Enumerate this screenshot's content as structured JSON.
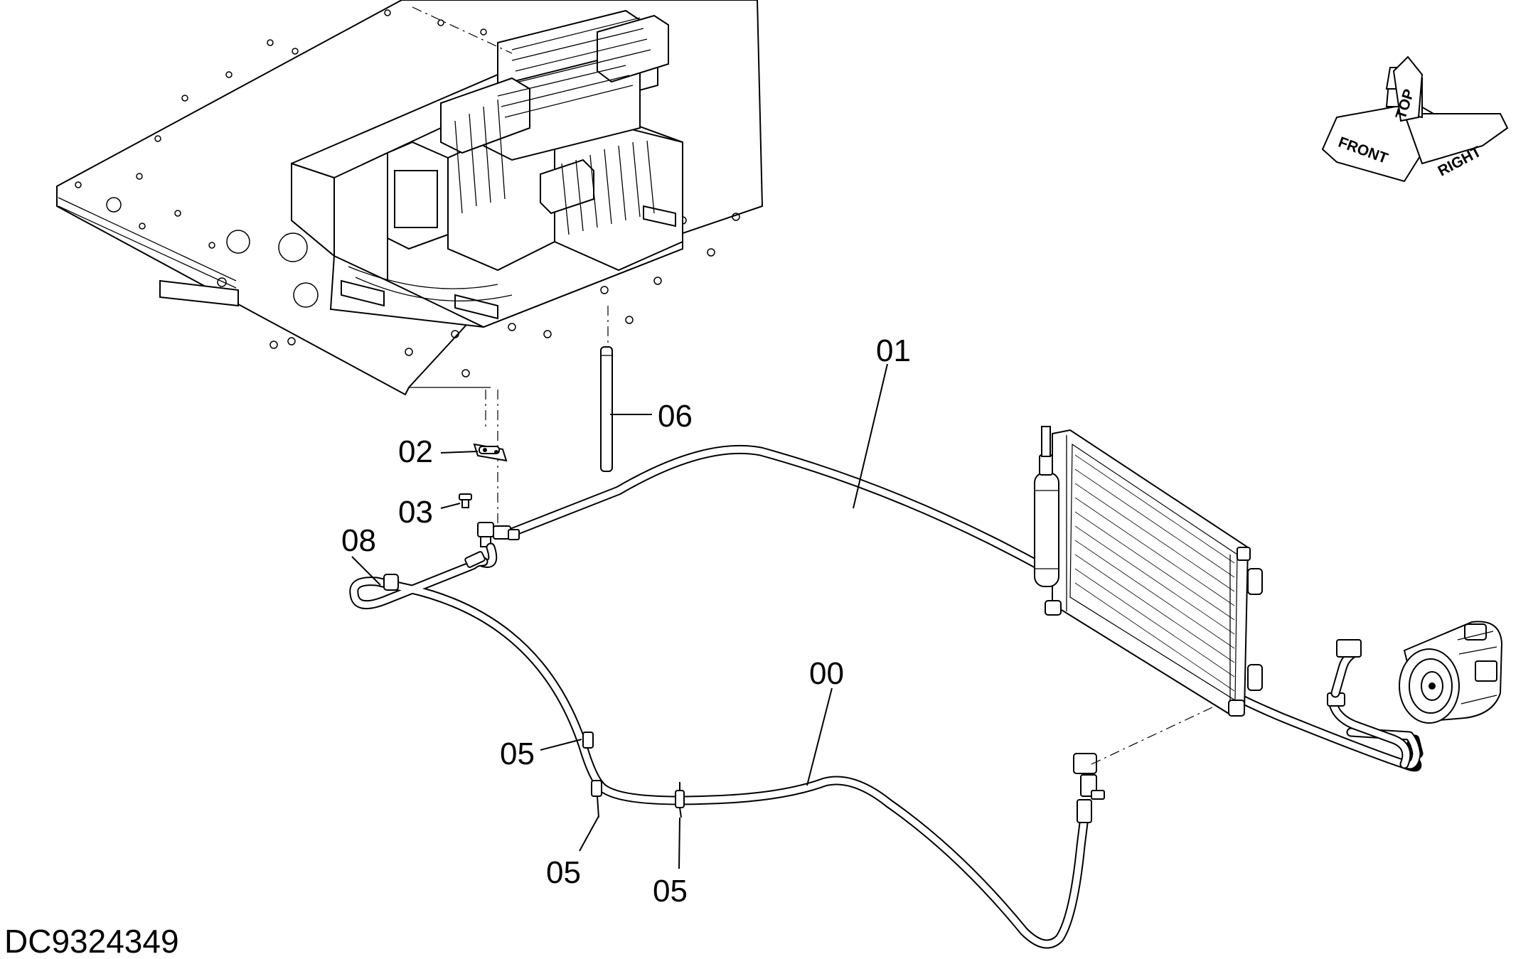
{
  "drawing_number": "DC9324349",
  "callouts": [
    {
      "id": "label-00",
      "text": "00"
    },
    {
      "id": "label-01",
      "text": "01"
    },
    {
      "id": "label-02",
      "text": "02"
    },
    {
      "id": "label-03",
      "text": "03"
    },
    {
      "id": "label-05-a",
      "text": "05"
    },
    {
      "id": "label-05-b",
      "text": "05"
    },
    {
      "id": "label-05-c",
      "text": "05"
    },
    {
      "id": "label-06",
      "text": "06"
    },
    {
      "id": "label-08",
      "text": "08"
    }
  ],
  "orientation_indicator": {
    "front": "FRONT",
    "top": "TOP",
    "right": "RIGHT"
  }
}
